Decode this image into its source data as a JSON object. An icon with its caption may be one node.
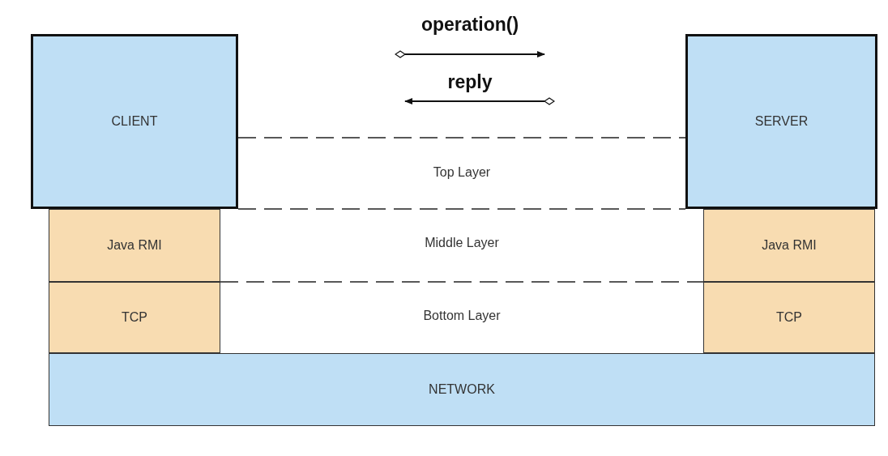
{
  "diagram": {
    "nodes": [
      {
        "text": [
          "CLIENT"
        ]
      },
      {
        "text": [
          "SERVER"
        ]
      },
      {
        "text": [
          "Java RMI"
        ]
      },
      {
        "text": [
          "Java RMI"
        ]
      },
      {
        "text": [
          "TCP"
        ]
      },
      {
        "text": [
          "TCP"
        ]
      },
      {
        "text": [
          "NETWORK"
        ]
      }
    ],
    "labels": [
      "operation()",
      "reply",
      "Top Layer",
      "Middle Layer",
      "Bottom Layer"
    ]
  }
}
